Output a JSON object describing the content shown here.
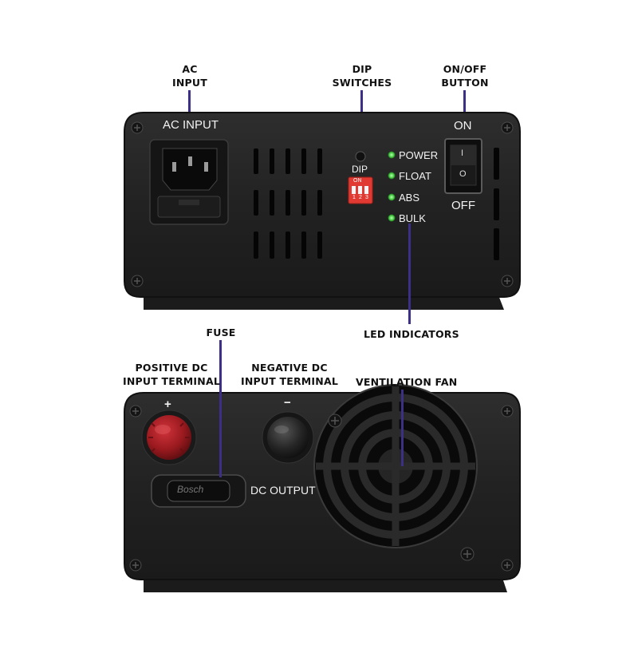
{
  "callouts": {
    "ac_input": "AC\nINPUT",
    "dip_switches": "DIP\nSWITCHES",
    "onoff_button": "ON/OFF\nBUTTON",
    "led_indicators": "LED INDICATORS",
    "fuse": "FUSE",
    "positive_dc": "POSITIVE DC\nINPUT TERMINAL",
    "negative_dc": "NEGATIVE DC\nINPUT TERMINAL",
    "ventilation_fan": "VENTILATION FAN"
  },
  "top_panel": {
    "ac_input_label": "AC INPUT",
    "dip_label": "DIP",
    "dip_on": "ON",
    "dip_numbers": [
      "1",
      "2",
      "3"
    ],
    "switch_on": "ON",
    "switch_off": "OFF",
    "switch_i": "I",
    "switch_o": "O",
    "leds": [
      "POWER",
      "FLOAT",
      "ABS",
      "BULK"
    ],
    "led_color": "#4fd24a"
  },
  "bottom_panel": {
    "plus": "+",
    "minus": "−",
    "dc_output_label": "DC OUTPUT",
    "fuse_text": "Bosch"
  },
  "colors": {
    "housing": "#232323",
    "leader": "#3b2f86",
    "positive_cap": "#a51c20",
    "dip_red": "#e03a32"
  }
}
